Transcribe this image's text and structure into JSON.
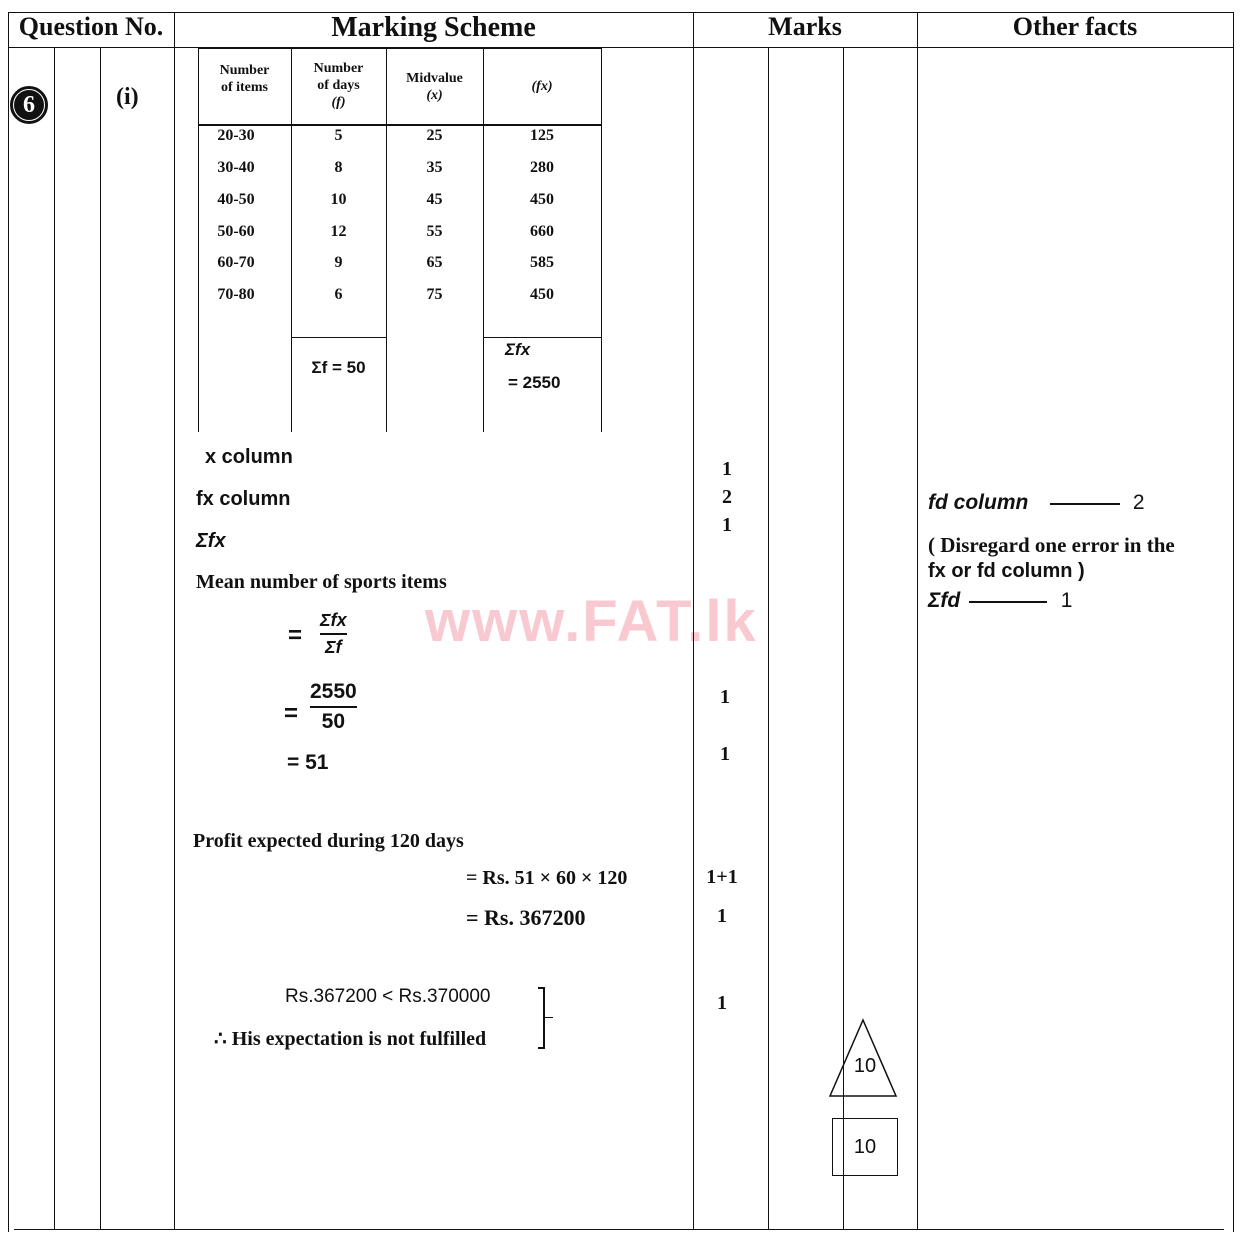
{
  "header": {
    "question_no": "Question No.",
    "marking_scheme": "Marking Scheme",
    "marks": "Marks",
    "other_facts": "Other facts"
  },
  "question": {
    "number": "6",
    "part": "(i)"
  },
  "table": {
    "headers": [
      {
        "line1": "Number",
        "line2": "of items",
        "line3": ""
      },
      {
        "line1": "Number",
        "line2": "of days",
        "line3": "(f)"
      },
      {
        "line1": "Midvalue",
        "line2": "(x)",
        "line3": ""
      },
      {
        "line1": "(fx)",
        "line2": "",
        "line3": ""
      }
    ],
    "rows": [
      {
        "items": "20-30",
        "f": "5",
        "x": "25",
        "fx": "125"
      },
      {
        "items": "30-40",
        "f": "8",
        "x": "35",
        "fx": "280"
      },
      {
        "items": "40-50",
        "f": "10",
        "x": "45",
        "fx": "450"
      },
      {
        "items": "50-60",
        "f": "12",
        "x": "55",
        "fx": "660"
      },
      {
        "items": "60-70",
        "f": "9",
        "x": "65",
        "fx": "585"
      },
      {
        "items": "70-80",
        "f": "6",
        "x": "75",
        "fx": "450"
      }
    ],
    "sum_f": "Σf = 50",
    "sum_fx_label": "Σfx",
    "sum_fx_value": "= 2550"
  },
  "scheme": {
    "x_column": "x column",
    "fx_column": "fx column",
    "sum_fx": "Σfx",
    "mean_label": "Mean number of sports items",
    "eq1_num": "Σfx",
    "eq1_den": "Σf",
    "eq2_num": "2550",
    "eq2_den": "50",
    "eq_sign": "=",
    "result": "= 51",
    "profit_label": "Profit expected during 120 days",
    "profit_calc": "= Rs. 51 × 60 × 120",
    "profit_result": "= Rs. 367200",
    "compare": "Rs.367200 <  Rs.370000",
    "conclusion": "∴ His expectation is not fulfilled"
  },
  "marks": {
    "x_column": "1",
    "fx_column": "2",
    "sum_fx": "1",
    "fraction": "1",
    "result": "1",
    "profit_calc": "1+1",
    "profit_result": "1",
    "conclusion": "1",
    "triangle_total": "10",
    "box_total": "10"
  },
  "other_facts": {
    "fd_column_label": "fd column",
    "fd_column_marks": "2",
    "note_line1": "( Disregard one error in the",
    "note_line2": "fx or fd column )",
    "sum_fd_label": "Σfd",
    "sum_fd_marks": "1"
  },
  "watermark": {
    "text": "www.FAT.lk",
    "color": "#f9c9d1"
  }
}
